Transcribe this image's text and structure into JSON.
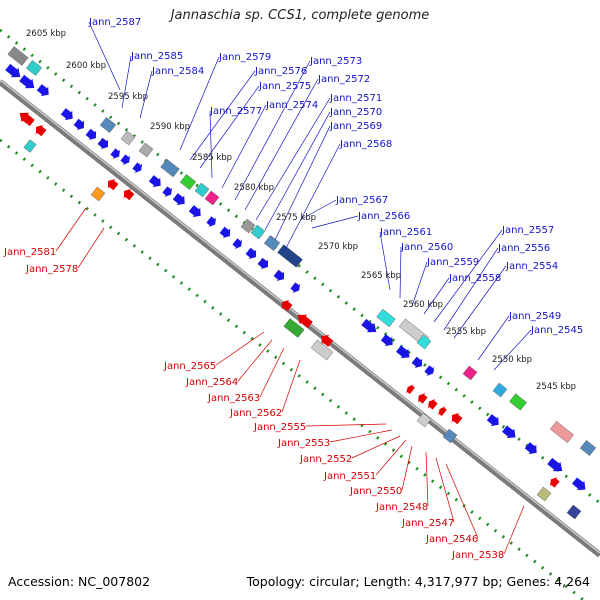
{
  "title": "Jannaschia sp. CCS1, complete genome",
  "accession_text": "Accession: NC_007802",
  "topology_text": "Topology: circular; Length: 4,317,977 bp; Genes: 4,264",
  "colors": {
    "forward_gene": "#1a14e6",
    "reverse_gene": "#e60000",
    "backbone": "#7a7a7a",
    "scale_dots": "#1c8c1c",
    "blue_label": "#1414c8",
    "red_label": "#d40000"
  },
  "kbp_ticks": [
    "2605 kbp",
    "2600 kbp",
    "2595 kbp",
    "2590 kbp",
    "2585 kbp",
    "2580 kbp",
    "2575 kbp",
    "2570 kbp",
    "2565 kbp",
    "2560 kbp",
    "2555 kbp",
    "2550 kbp",
    "2545 kbp"
  ],
  "forward_gene_labels": [
    "Jann_2587",
    "Jann_2585",
    "Jann_2584",
    "Jann_2579",
    "Jann_2576",
    "Jann_2575",
    "Jann_2577",
    "Jann_2574",
    "Jann_2573",
    "Jann_2572",
    "Jann_2571",
    "Jann_2570",
    "Jann_2569",
    "Jann_2568",
    "Jann_2567",
    "Jann_2566",
    "Jann_2561",
    "Jann_2560",
    "Jann_2559",
    "Jann_2558",
    "Jann_2557",
    "Jann_2556",
    "Jann_2554",
    "Jann_2549",
    "Jann_2545"
  ],
  "reverse_gene_labels": [
    "Jann_2581",
    "Jann_2578",
    "Jann_2565",
    "Jann_2564",
    "Jann_2563",
    "Jann_2562",
    "Jann_2555",
    "Jann_2553",
    "Jann_2552",
    "Jann_2551",
    "Jann_2550",
    "Jann_2548",
    "Jann_2547",
    "Jann_2546",
    "Jann_2538"
  ]
}
